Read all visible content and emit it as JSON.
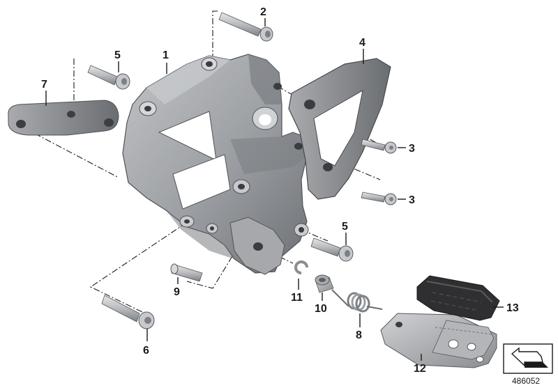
{
  "callouts": [
    {
      "id": "1",
      "label": "1"
    },
    {
      "id": "2",
      "label": "2"
    },
    {
      "id": "3a",
      "label": "3"
    },
    {
      "id": "3b",
      "label": "3"
    },
    {
      "id": "4",
      "label": "4"
    },
    {
      "id": "5a",
      "label": "5"
    },
    {
      "id": "5b",
      "label": "5"
    },
    {
      "id": "6",
      "label": "6"
    },
    {
      "id": "7",
      "label": "7"
    },
    {
      "id": "8",
      "label": "8"
    },
    {
      "id": "9",
      "label": "9"
    },
    {
      "id": "10",
      "label": "10"
    },
    {
      "id": "11",
      "label": "11"
    },
    {
      "id": "12",
      "label": "12"
    },
    {
      "id": "13",
      "label": "13"
    }
  ],
  "reference_number": "486052",
  "colors": {
    "metal_light": "#b4b6b9",
    "metal_mid": "#8e9195",
    "metal_dark": "#5d6064",
    "rubber": "#2f2f31",
    "ink": "#1a1a1a"
  },
  "icons": {
    "orientation": "direction-arrow-icon"
  }
}
